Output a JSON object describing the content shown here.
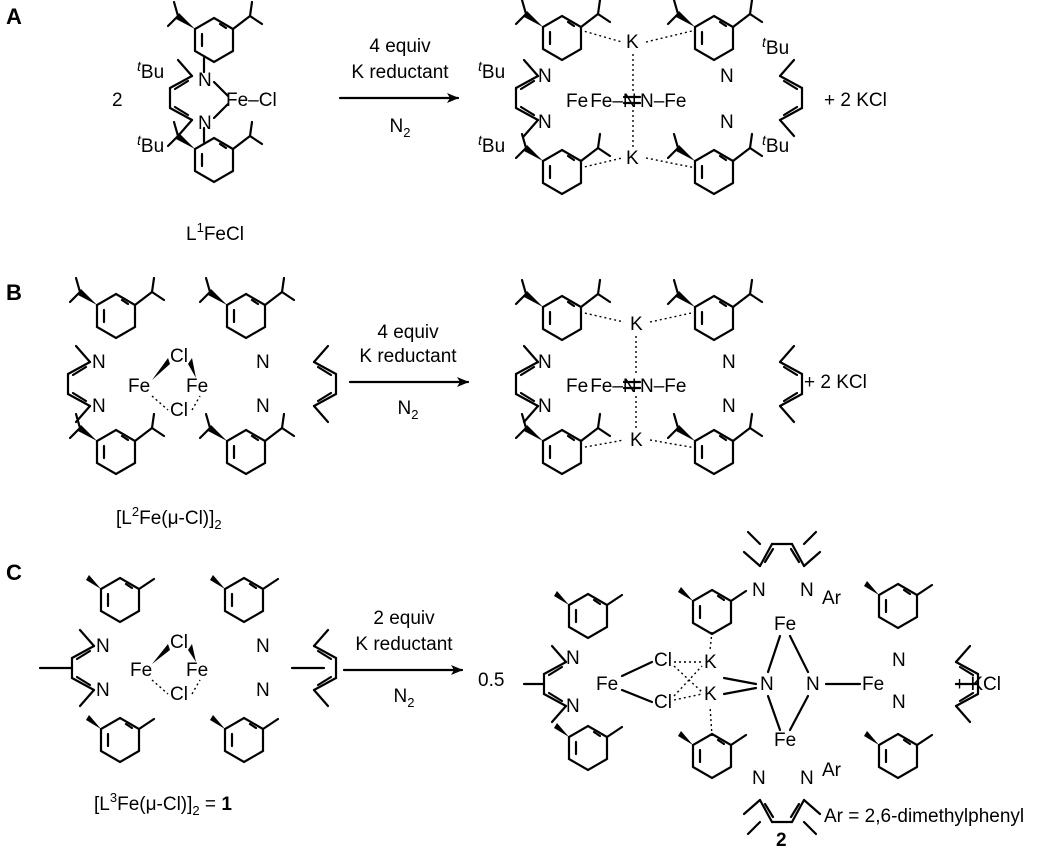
{
  "panels": {
    "a": {
      "label": "A",
      "coefficient": "2",
      "reactant_name": "L1FeCl",
      "reactant_name_base": "L",
      "reactant_name_sup": "1",
      "reactant_name_rest": "FeCl",
      "conditions": [
        "4 equiv",
        "K reductant",
        "N"
      ],
      "conditions_sub": "2",
      "byproduct": "+ 2 KCl",
      "tbu_sup": "t",
      "tbu_base": "Bu"
    },
    "b": {
      "label": "B",
      "conditions": [
        "4 equiv",
        "K reductant",
        "N"
      ],
      "conditions_sub": "2",
      "byproduct": "+ 2 KCl",
      "reactant_name_open": "[L",
      "reactant_name_sup": "2",
      "reactant_name_mid": "Fe(μ-Cl)]",
      "reactant_name_sub": "2"
    },
    "c": {
      "label": "C",
      "coefficient": "0.5",
      "conditions": [
        "2 equiv",
        "K reductant",
        "N"
      ],
      "conditions_sub": "2",
      "byproduct": "+ KCl",
      "reactant_name_open": "[L",
      "reactant_name_sup": "3",
      "reactant_name_mid": "Fe(μ-Cl)]",
      "reactant_name_sub": "2",
      "reactant_name_eq": " = ",
      "reactant_number": "1",
      "product_number": "2",
      "footnote": "Ar = 2,6-dimethylphenyl",
      "ar": "Ar"
    }
  },
  "atoms": {
    "fe": "Fe",
    "n": "N",
    "k": "K",
    "cl": "Cl",
    "fecl": "Fe–Cl",
    "n2bridge_a": "Fe–N",
    "n2bridge_b": "N–Fe"
  }
}
